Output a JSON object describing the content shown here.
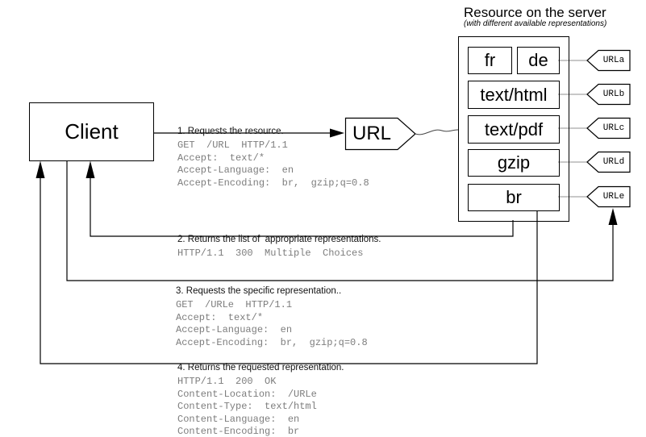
{
  "header": {
    "title": "Resource on the server",
    "subtitle": "(with different available representations)"
  },
  "client": {
    "label": "Client"
  },
  "url_node": {
    "label": "URL"
  },
  "server": {
    "representations": [
      {
        "label": "fr"
      },
      {
        "label": "de"
      },
      {
        "label": "text/html"
      },
      {
        "label": "text/pdf"
      },
      {
        "label": "gzip"
      },
      {
        "label": "br"
      }
    ],
    "urls": [
      "URLa",
      "URLb",
      "URLc",
      "URLd",
      "URLe"
    ]
  },
  "messages": [
    {
      "title": "1. Requests the resource.",
      "lines": [
        "GET  /URL  HTTP/1.1",
        "Accept:  text/*",
        "Accept-Language:  en",
        "Accept-Encoding:  br,  gzip;q=0.8"
      ]
    },
    {
      "title": "2. Returns the list of  appropriate representations.",
      "lines": [
        "HTTP/1.1  300  Multiple  Choices"
      ]
    },
    {
      "title": "3. Requests the specific representation..",
      "lines": [
        "GET  /URLe  HTTP/1.1",
        "Accept:  text/*",
        "Accept-Language:  en",
        "Accept-Encoding:  br,  gzip;q=0.8"
      ]
    },
    {
      "title": "4. Returns the requested representation.",
      "lines": [
        "HTTP/1.1  200  OK",
        "Content-Location:  /URLe",
        "Content-Type:  text/html",
        "Content-Language:  en",
        "Content-Encoding:  br"
      ]
    }
  ],
  "colors": {
    "line": "#000000",
    "mono_text": "#7d7d7d",
    "thin_connector": "#909090"
  }
}
